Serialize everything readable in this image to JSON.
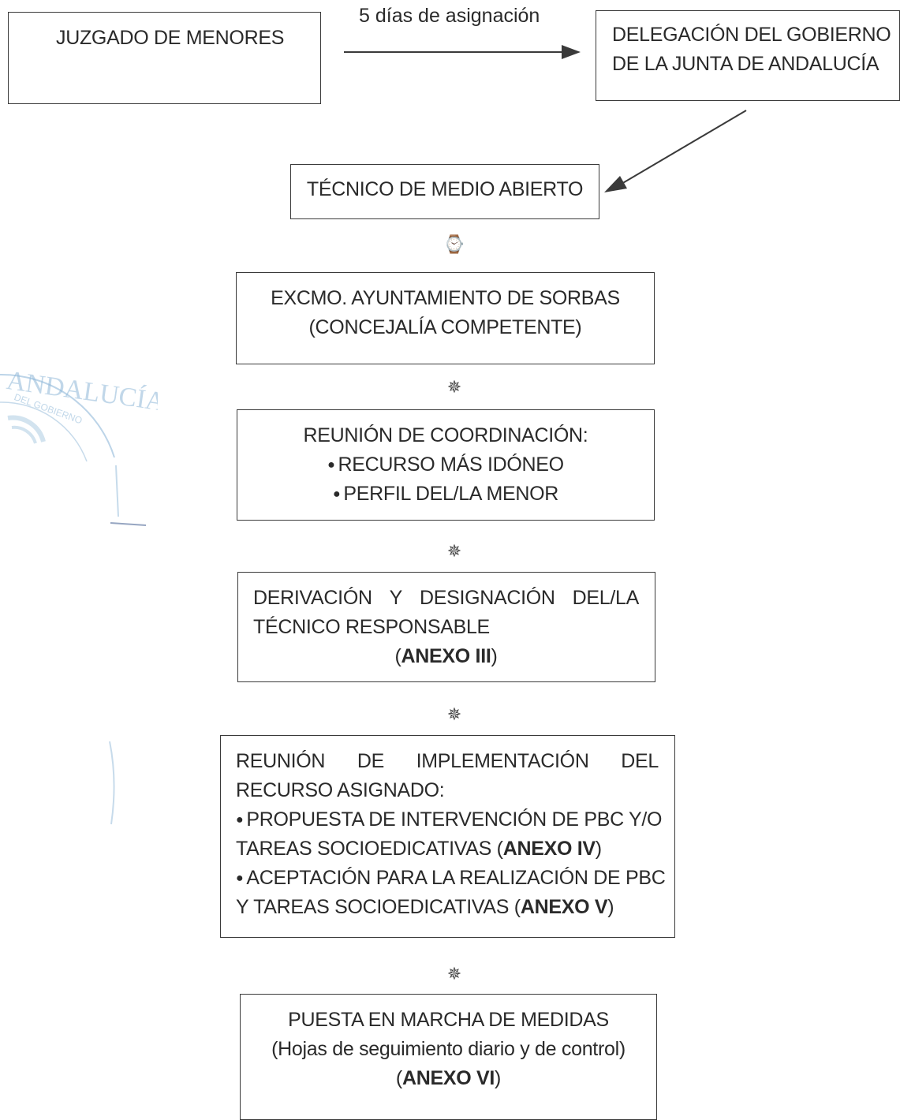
{
  "arrow_label": "5 días de asignación",
  "boxes": {
    "juzgado": "JUZGADO DE MENORES",
    "delegacion": [
      "DELEGACIÓN DEL GOBIERNO",
      "DE LA JUNTA DE ANDALUCÍA"
    ],
    "tecnico": "TÉCNICO DE MEDIO ABIERTO",
    "ayuntamiento": [
      "EXCMO. AYUNTAMIENTO DE SORBAS",
      "(CONCEJALÍA COMPETENTE)"
    ],
    "reunion_coord": {
      "title": "REUNIÓN DE COORDINACIÓN:",
      "items": [
        "RECURSO MÁS IDÓNEO",
        "PERFIL DEL/LA MENOR"
      ]
    },
    "derivacion": {
      "line1": [
        "DERIVACIÓN",
        "Y",
        "DESIGNACIÓN",
        "DEL/LA"
      ],
      "line2": "TÉCNICO RESPONSABLE",
      "annex": "ANEXO III"
    },
    "implementacion": {
      "line1": [
        "REUNIÓN",
        "DE",
        "IMPLEMENTACIÓN",
        "DEL"
      ],
      "line2": "RECURSO ASIGNADO:",
      "item1_line1": "PROPUESTA DE INTERVENCIÓN DE PBC Y/O",
      "item1_line2": "TAREAS SOCIOEDICATIVAS (",
      "item1_annex": "ANEXO IV",
      "item2_line1": "ACEPTACIÓN PARA LA REALIZACIÓN DE PBC",
      "item2_line2": "Y TAREAS SOCIOEDICATIVAS (",
      "item2_annex": "ANEXO V"
    },
    "puesta": {
      "line1": "PUESTA EN MARCHA DE MEDIDAS",
      "line2": "(Hojas de seguimiento diario y de control)",
      "annex": "ANEXO VI"
    }
  },
  "symbols": {
    "clock": "⌚",
    "star": "✵"
  },
  "stamp_text": {
    "outer": "ANDALUCÍA",
    "inner": "DEL GOBIERNO"
  },
  "colors": {
    "line": "#3a3a3a",
    "stamp": "#8fb8d8"
  }
}
